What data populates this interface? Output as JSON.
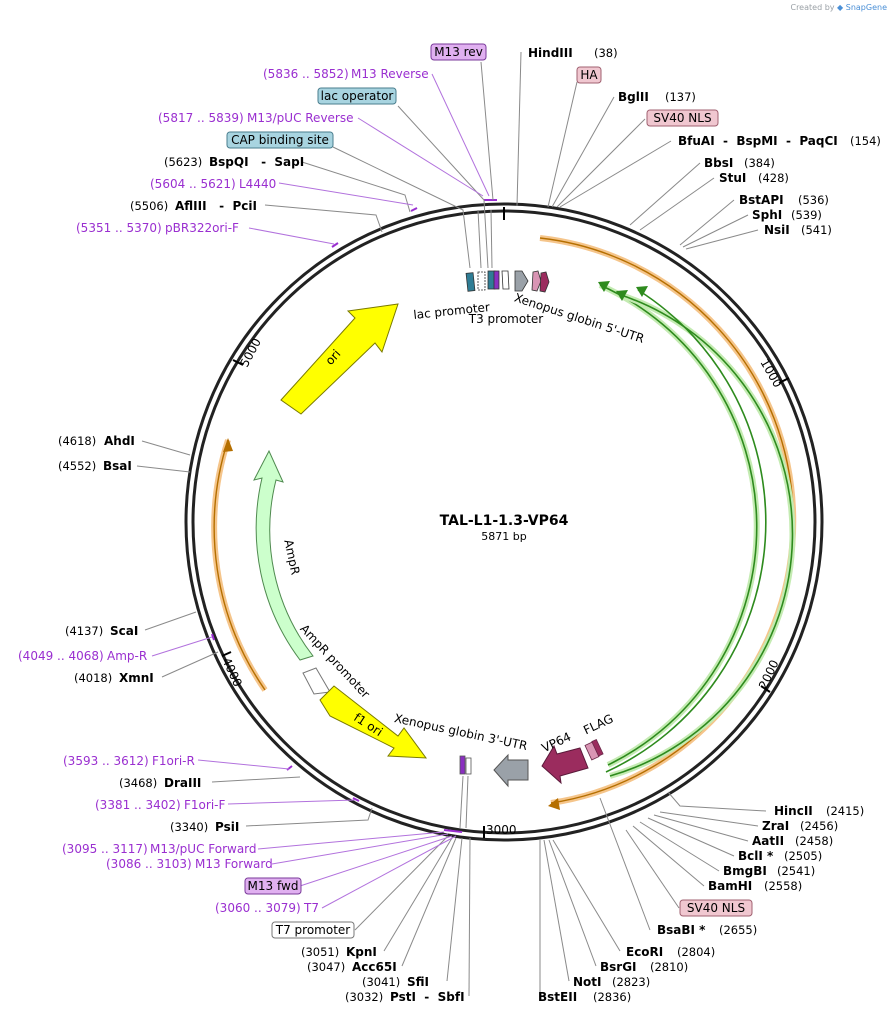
{
  "credit": {
    "prefix": "Created by",
    "brand": "SnapGene"
  },
  "plasmid": {
    "name": "TAL-L1-1.3-VP64",
    "size": "5871 bp"
  },
  "ticks": [
    "1000",
    "2000",
    "3000",
    "4000",
    "5000"
  ],
  "feature_boxes": [
    {
      "text": "M13 rev",
      "fill": "#e0b0f0",
      "stroke": "#7a3a9a"
    },
    {
      "text": "HA",
      "fill": "#f0c7d0",
      "stroke": "#a06070"
    },
    {
      "text": "lac operator",
      "fill": "#a8d4e0",
      "stroke": "#4a7e8e"
    },
    {
      "text": "SV40 NLS",
      "fill": "#f0c7d0",
      "stroke": "#a06070"
    },
    {
      "text": "CAP binding site",
      "fill": "#a8d4e0",
      "stroke": "#4a7e8e"
    },
    {
      "text": "M13 fwd",
      "fill": "#e0b0f0",
      "stroke": "#7a3a9a"
    },
    {
      "text": "SV40 NLS",
      "fill": "#f0c7d0",
      "stroke": "#a06070"
    },
    {
      "text": "T7 promoter",
      "fill": "#ffffff",
      "stroke": "#777777"
    }
  ],
  "enzymes_right": [
    {
      "name": "HindIII",
      "pos": "(38)"
    },
    {
      "name": "BglII",
      "pos": "(137)"
    },
    {
      "name": "BfuAI  -  BspMI  -  PaqCI",
      "pos": "(154)"
    },
    {
      "name": "BbsI",
      "pos": "(384)"
    },
    {
      "name": "StuI",
      "pos": "(428)"
    },
    {
      "name": "BstAPI",
      "pos": "(536)"
    },
    {
      "name": "SphI",
      "pos": "(539)"
    },
    {
      "name": "NsiI",
      "pos": "(541)"
    },
    {
      "name": "HincII",
      "pos": "(2415)"
    },
    {
      "name": "ZraI",
      "pos": "(2456)"
    },
    {
      "name": "AatII",
      "pos": "(2458)"
    },
    {
      "name": "BclI *",
      "pos": "(2505)"
    },
    {
      "name": "BmgBI",
      "pos": "(2541)"
    },
    {
      "name": "BamHI",
      "pos": "(2558)"
    },
    {
      "name": "BsaBI *",
      "pos": "(2655)"
    },
    {
      "name": "EcoRI",
      "pos": "(2804)"
    },
    {
      "name": "BsrGI",
      "pos": "(2810)"
    },
    {
      "name": "NotI",
      "pos": "(2823)"
    },
    {
      "name": "BstEII",
      "pos": "(2836)"
    }
  ],
  "enzymes_left": [
    {
      "name": "BspQI   -  SapI",
      "pos": "(5623)"
    },
    {
      "name": "AflIII   -  PciI",
      "pos": "(5506)"
    },
    {
      "name": "AhdI",
      "pos": "(4618)"
    },
    {
      "name": "BsaI",
      "pos": "(4552)"
    },
    {
      "name": "ScaI",
      "pos": "(4137)"
    },
    {
      "name": "XmnI",
      "pos": "(4018)"
    },
    {
      "name": "DraIII",
      "pos": "(3468)"
    },
    {
      "name": "PsiI",
      "pos": "(3340)"
    },
    {
      "name": "KpnI",
      "pos": "(3051)"
    },
    {
      "name": "Acc65I",
      "pos": "(3047)"
    },
    {
      "name": "SfiI",
      "pos": "(3041)"
    },
    {
      "name": "PstI  -  SbfI",
      "pos": "(3032)"
    }
  ],
  "primers": [
    {
      "range": "(5836 .. 5852)",
      "name": "M13 Reverse"
    },
    {
      "range": "(5817 .. 5839)",
      "name": "M13/pUC Reverse"
    },
    {
      "range": "(5604 .. 5621)",
      "name": "L4440"
    },
    {
      "range": "(5351 .. 5370)",
      "name": "pBR322ori-F"
    },
    {
      "range": "(4049 .. 4068)",
      "name": "Amp-R"
    },
    {
      "range": "(3593 .. 3612)",
      "name": "F1ori-R"
    },
    {
      "range": "(3381 .. 3402)",
      "name": "F1ori-F"
    },
    {
      "range": "(3095 .. 3117)",
      "name": "M13/pUC Forward"
    },
    {
      "range": "(3086 .. 3103)",
      "name": "M13 Forward"
    },
    {
      "range": "(3060 .. 3079)",
      "name": "T7"
    }
  ],
  "inner_features": {
    "ori": "ori",
    "ampr": "AmpR",
    "ampr_promoter": "AmpR promoter",
    "f1_ori": "f1 ori",
    "xen3": "Xenopus globin 3'-UTR",
    "vp64": "VP64",
    "flag": "FLAG",
    "lac_promoter": "lac promoter",
    "t3_promoter": "T3 promoter",
    "xen5": "Xenopus globin 5'-UTR"
  },
  "colors": {
    "ori": "#ffff00",
    "ampr": "#ccffcc",
    "vp64": "#9b2c5e",
    "orange_arc": "#f5a623",
    "green_arc": "#2e8b1e",
    "primer": "#9a2fd0"
  }
}
